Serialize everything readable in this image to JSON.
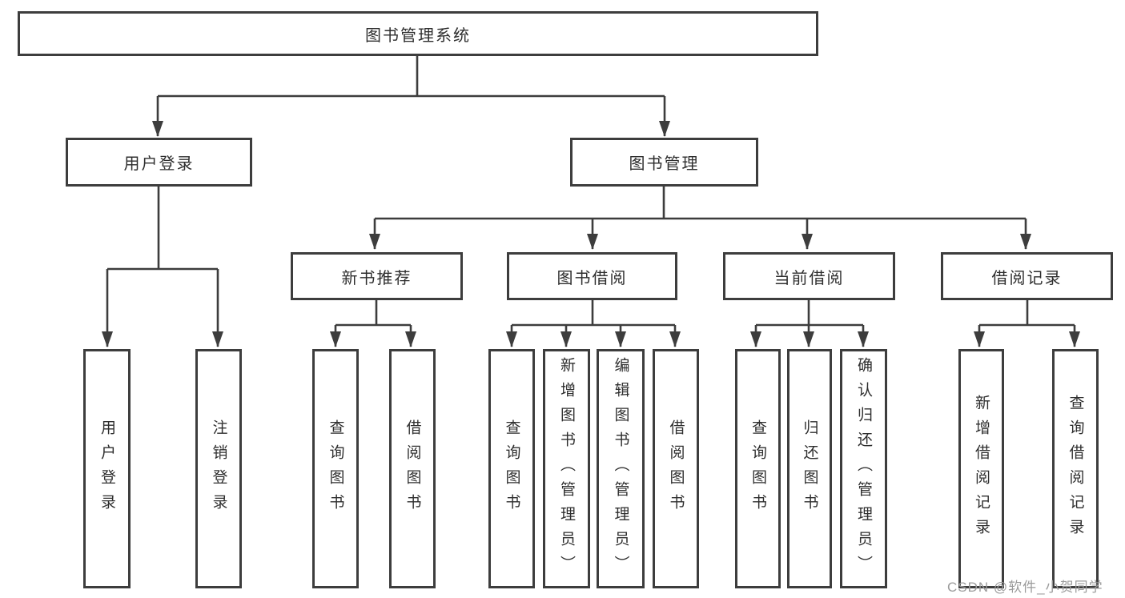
{
  "diagram": {
    "root": {
      "label": "图书管理系统"
    },
    "level2": [
      {
        "label": "用户登录"
      },
      {
        "label": "图书管理"
      }
    ],
    "level3": [
      {
        "label": "新书推荐"
      },
      {
        "label": "图书借阅"
      },
      {
        "label": "当前借阅"
      },
      {
        "label": "借阅记录"
      }
    ],
    "leaves": {
      "user_login": [
        "用户登录",
        "注销登录"
      ],
      "new_book": [
        "查询图书",
        "借阅图书"
      ],
      "book_borrow": [
        "查询图书",
        "新增图书（管理员）",
        "编辑图书（管理员）",
        "借阅图书"
      ],
      "current_borrow": [
        "查询图书",
        "归还图书",
        "确认归还（管理员）"
      ],
      "borrow_record": [
        "新增借阅记录",
        "查询借阅记录"
      ]
    },
    "watermark": "CSDN @软件_小贺同学",
    "colors": {
      "line": "#3d3d3d",
      "text": "#2e2e2e",
      "watermark": "#9b9b9b",
      "background": "#ffffff"
    }
  }
}
